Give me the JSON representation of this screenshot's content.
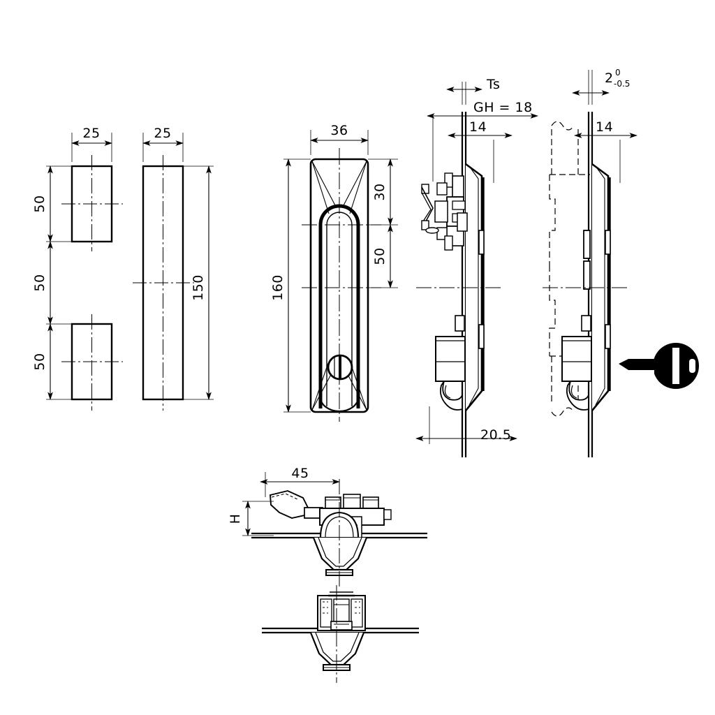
{
  "drawing": {
    "title": "Swing handle lock - technical drawing",
    "line_color": "#000000",
    "background": "#ffffff"
  },
  "views": {
    "cutout_two_hole": {
      "name": "Two-hole panel cutout",
      "dimensions": {
        "width": "25",
        "top_segment": "50",
        "middle_segment": "50",
        "bottom_segment": "50"
      }
    },
    "cutout_single_slot": {
      "name": "Single slot panel cutout",
      "dimensions": {
        "width": "25",
        "height": "150"
      }
    },
    "front": {
      "name": "Front view of handle",
      "dimensions": {
        "width": "36",
        "total_height": "160",
        "top_to_axis": "30",
        "axis_to_axis": "50"
      }
    },
    "side_left": {
      "name": "Side view with mechanism",
      "dimensions": {
        "panel_thickness": "Ts",
        "grip_height": "GH  =  18",
        "depth_behind": "14",
        "projection": "20.5"
      }
    },
    "side_right": {
      "name": "Side view hidden detail",
      "dimensions": {
        "plate_thickness_value": "2",
        "plate_tol_upper": "0",
        "plate_tol_lower": "-0.5",
        "depth_behind": "14"
      }
    },
    "section_top": {
      "name": "Horizontal section through cam",
      "dimensions": {
        "cam_reach": "45",
        "height_label": "H"
      }
    },
    "section_bottom": {
      "name": "Horizontal section through lock body",
      "dimensions": {}
    },
    "key": {
      "name": "Key symbol"
    }
  }
}
